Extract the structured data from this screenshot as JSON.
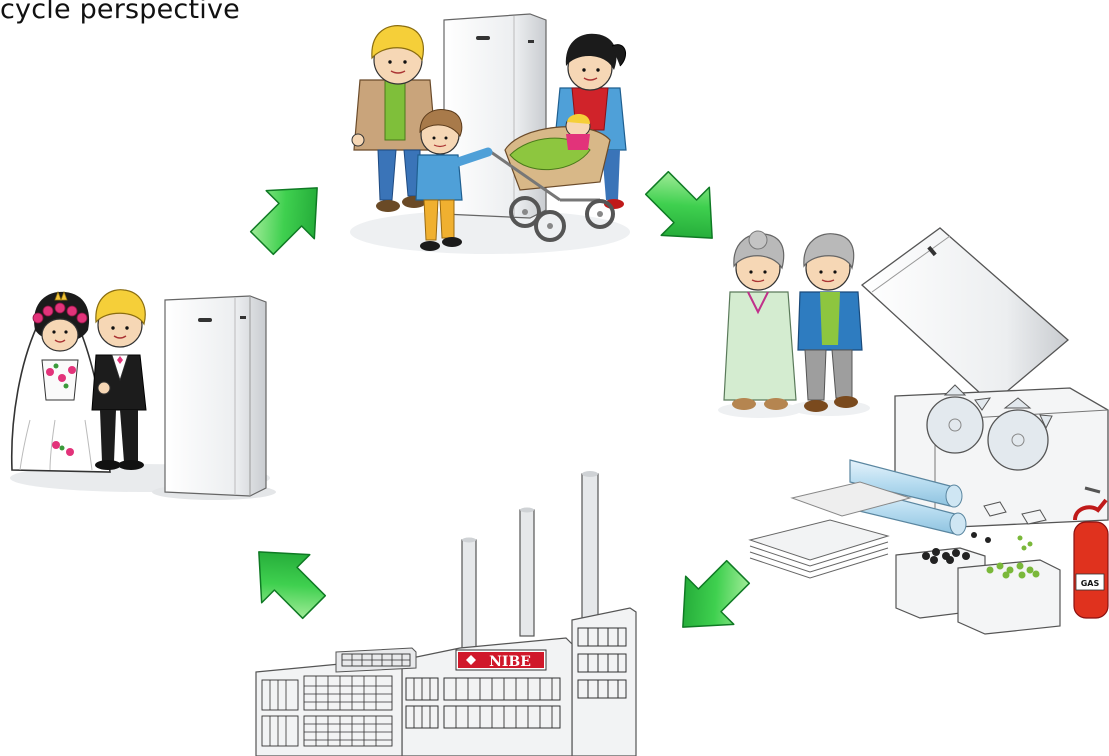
{
  "title": "cycle perspective",
  "factory": {
    "logo_text": "NIBE"
  },
  "extinguisher": {
    "label": "GAS"
  },
  "colors": {
    "arrow": "#2ec44a",
    "arrow_light": "#b9f2a8",
    "arrow_dark": "#169a2e",
    "nibe_red": "#d0182a",
    "extinguisher_red": "#e0321e",
    "appliance": "#f2f3f4"
  },
  "stages": [
    {
      "id": "wedding",
      "icon": "wedding-couple-icon"
    },
    {
      "id": "family",
      "icon": "family-with-stroller-icon"
    },
    {
      "id": "recycling",
      "icon": "elderly-couple-shredder-icon"
    },
    {
      "id": "manufacturing",
      "icon": "factory-icon"
    }
  ],
  "arrows": [
    "arrow-up-right-icon",
    "arrow-down-right-icon",
    "arrow-down-left-icon",
    "arrow-up-left-icon"
  ]
}
